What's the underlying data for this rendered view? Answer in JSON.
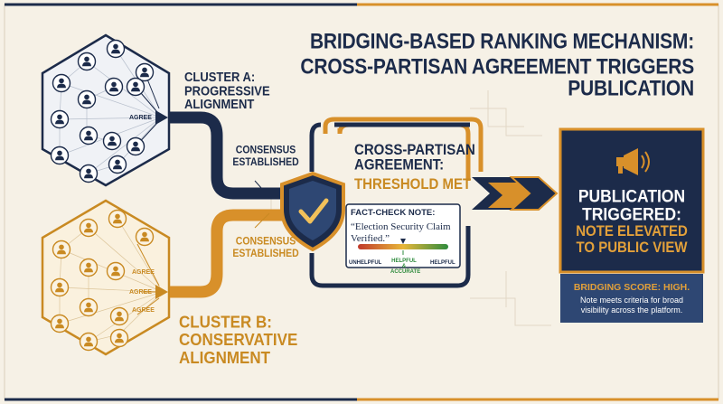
{
  "title": {
    "line1": "BRIDGING-BASED RANKING MECHANISM:",
    "line2": "CROSS-PARTISAN AGREEMENT TRIGGERS PUBLICATION"
  },
  "cluster_a": {
    "label_line1": "CLUSTER A:",
    "label_line2": "PROGRESSIVE",
    "label_line3": "ALIGNMENT",
    "agree_labels": [
      "AGREE"
    ],
    "consensus_line1": "CONSENSUS",
    "consensus_line2": "ESTABLISHED"
  },
  "cluster_b": {
    "label_line1": "CLUSTER B:",
    "label_line2": "CONSERVATIVE",
    "label_line3": "ALIGNMENT",
    "agree_labels": [
      "AGREE",
      "AGREE",
      "AGREE"
    ],
    "consensus_line1": "CONSENSUS",
    "consensus_line2": "ESTABLISHED"
  },
  "agreement": {
    "line1": "CROSS-PARTISAN",
    "line2": "AGREEMENT:",
    "threshold": "THRESHOLD MET",
    "note_heading": "FACT-CHECK NOTE:",
    "note_text": "“Election Security Claim Verified.”",
    "scale_left": "UNHELPFUL",
    "scale_mid": "HELPFUL & ACCURATE",
    "scale_right": "HELPFUL"
  },
  "publication": {
    "line1": "PUBLICATION",
    "line2": "TRIGGERED:",
    "sub1": "NOTE ELEVATED",
    "sub2": "TO PUBLIC VIEW",
    "score": "BRIDGING SCORE: HIGH.",
    "score_detail": "Note meets criteria for broad visibility across the platform."
  },
  "colors": {
    "navy": "#1c2b4a",
    "gold": "#d8902a",
    "background": "#f6f1e6",
    "panel": "#1c2b4a",
    "accent_text": "#e2a03a",
    "helpful_green": "#2e8b3d"
  },
  "icons": {
    "shield": "shield-check-icon",
    "megaphone": "megaphone-icon",
    "person": "person-icon"
  }
}
